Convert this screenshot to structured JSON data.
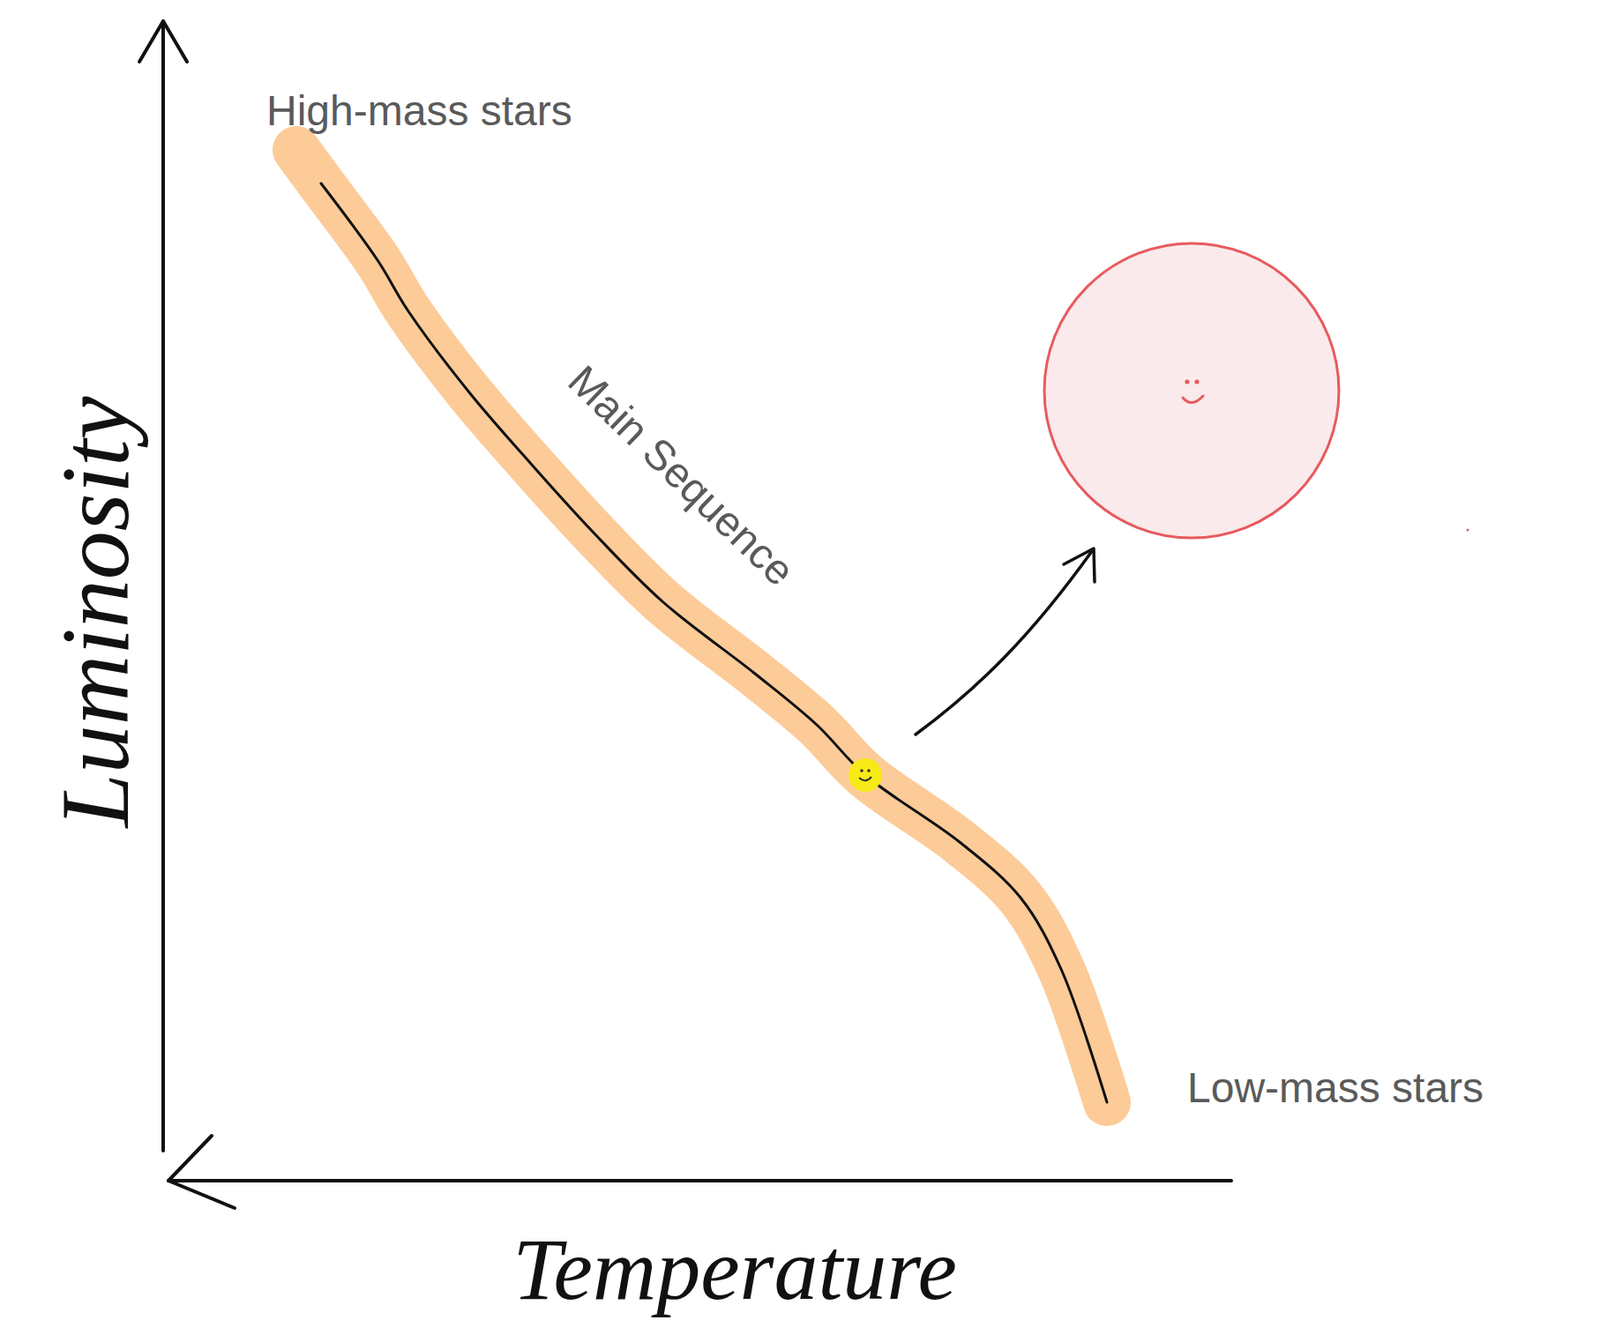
{
  "diagram": {
    "labels": [
      "Luminosity",
      "Temperature",
      "High-mass stars",
      "Main Sequence",
      "Low-mass stars"
    ]
  }
}
